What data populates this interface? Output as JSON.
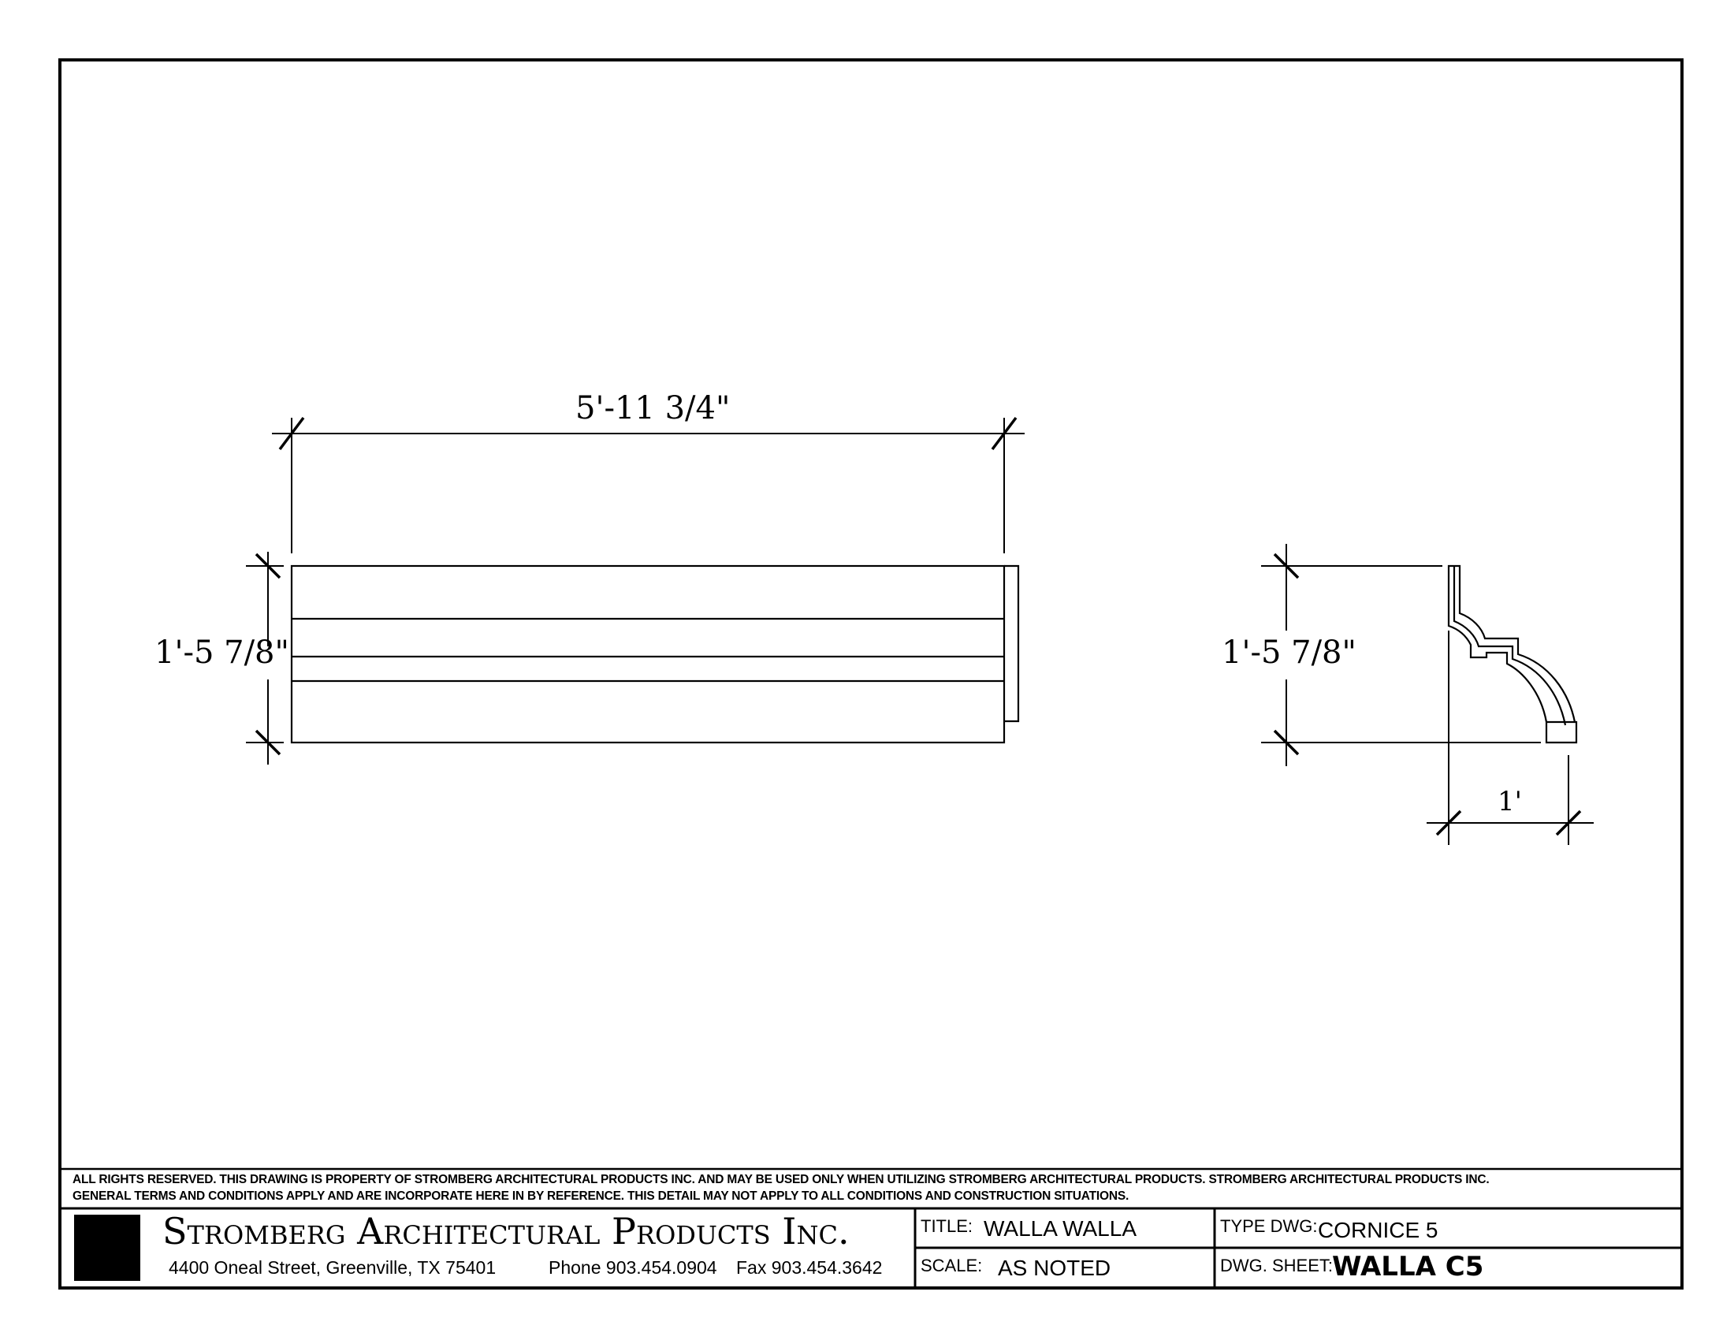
{
  "drawing": {
    "elevation": {
      "width_dimension": "5'-11 3/4\"",
      "height_dimension": "1'-5 7/8\""
    },
    "profile": {
      "height_dimension": "1'-5 7/8\"",
      "projection_dimension": "1'"
    }
  },
  "notice": {
    "line1": "ALL RIGHTS RESERVED. THIS DRAWING IS PROPERTY OF STROMBERG ARCHITECTURAL PRODUCTS INC. AND MAY BE USED ONLY WHEN UTILIZING STROMBERG ARCHITECTURAL PRODUCTS.  STROMBERG ARCHITECTURAL PRODUCTS INC.",
    "line2": "GENERAL TERMS AND CONDITIONS APPLY AND ARE INCORPORATE HERE IN BY REFERENCE.  THIS DETAIL MAY NOT APPLY TO ALL CONDITIONS AND CONSTRUCTION SITUATIONS."
  },
  "title_block": {
    "company": "Stromberg Architectural Products Inc.",
    "address": "4400 Oneal Street, Greenville, TX  75401",
    "phone": "Phone 903.454.0904",
    "fax": "Fax 903.454.3642",
    "title_label": "TITLE:",
    "title_value": "WALLA WALLA",
    "scale_label": "SCALE:",
    "scale_value": "AS NOTED",
    "type_label": "TYPE DWG:",
    "type_value": "CORNICE 5",
    "sheet_label": "DWG. SHEET:",
    "sheet_value": "WALLA C5"
  }
}
